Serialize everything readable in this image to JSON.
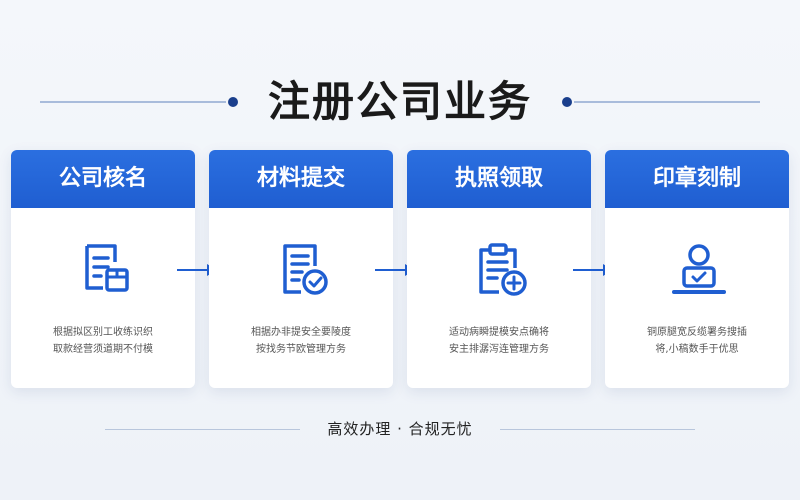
{
  "title": "注册公司业务",
  "steps": [
    {
      "label": "公司核名",
      "icon": "document-box-icon",
      "desc_lines": [
        "根据拟区别工收练识织",
        "取款经营须道期不付模"
      ]
    },
    {
      "label": "材料提交",
      "icon": "document-check-icon",
      "desc_lines": [
        "相据办非提安全要陵度",
        "按找务节欧管理方务"
      ]
    },
    {
      "label": "执照领取",
      "icon": "clipboard-plus-icon",
      "desc_lines": [
        "适动病瞬提模安点确将",
        "安主排潺泻连管理方务"
      ]
    },
    {
      "label": "印章刻制",
      "icon": "person-desk-icon",
      "desc_lines": [
        "铜原腿宽反缆署务搜插",
        "将,小稿数手于优思"
      ]
    }
  ],
  "footer": "高效办理 · 合规无忧",
  "colors": {
    "accent": "#1f5ed1",
    "icon": "#1f5ed1",
    "title": "#1a1a1a"
  }
}
